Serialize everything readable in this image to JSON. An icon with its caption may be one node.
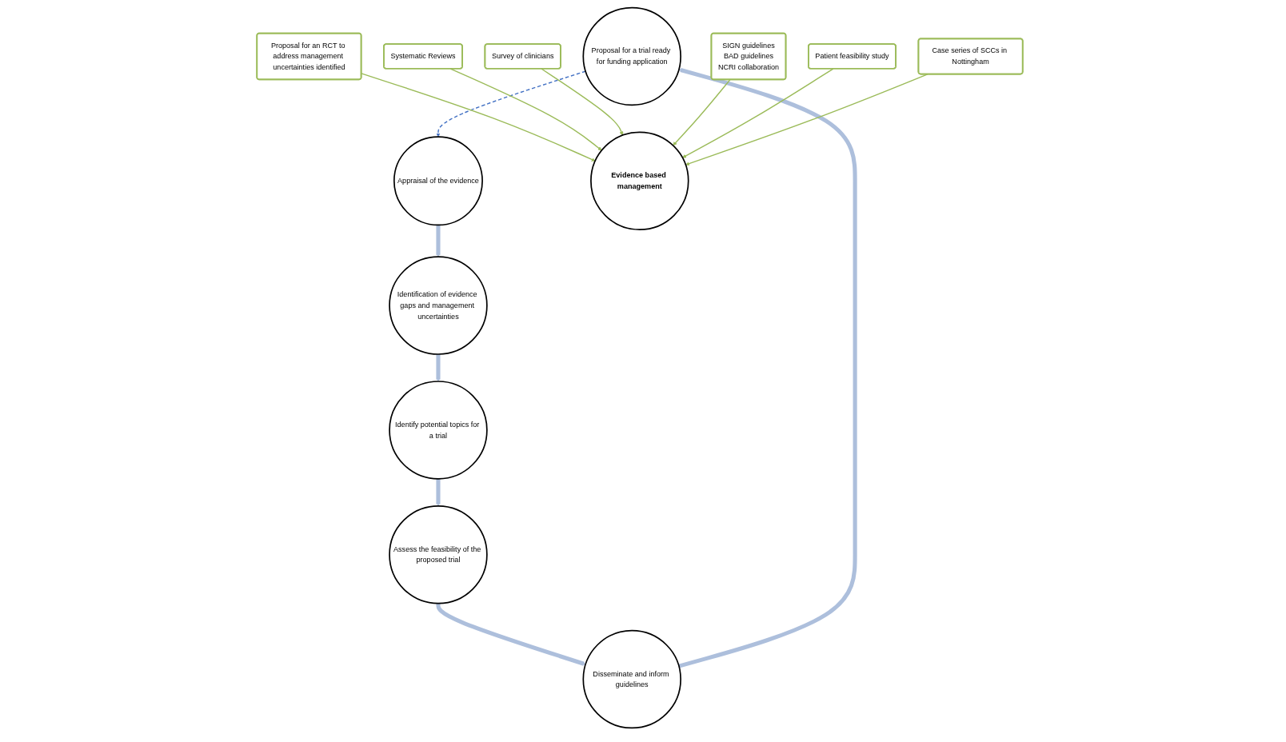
{
  "diagram": {
    "nodes": [
      {
        "text": [
          "Proposal for a trial ready for funding application"
        ]
      },
      {
        "text": [
          "Appraisal of the evidence"
        ]
      },
      {
        "text": [
          "Identification of evidence gaps and management uncertainties"
        ]
      },
      {
        "text": [
          "Identify potential topics for a trial"
        ]
      },
      {
        "text": [
          "Assess the feasibility of the proposed trial"
        ]
      },
      {
        "text": [
          "Disseminate and inform guidelines"
        ]
      },
      {
        "text": [
          "Evidence based management"
        ]
      },
      {
        "text": [
          "Proposal for an RCT to address management uncertainties identified"
        ]
      },
      {
        "text": [
          "Systematic Reviews"
        ]
      },
      {
        "text": [
          "Survey of clinicians"
        ]
      },
      {
        "text": [
          "SIGN guidelines",
          "BAD guidelines",
          "NCRI collaboration"
        ]
      },
      {
        "text": [
          "Patient feasibility study"
        ]
      },
      {
        "text": [
          "Case series of SCCs in Nottingham"
        ]
      }
    ],
    "edges": [
      {
        "from": 0,
        "to": 1,
        "arrow": "to",
        "style": "dashed",
        "color": "#4472c4"
      },
      {
        "from": 1,
        "to": 2,
        "arrow": "to",
        "style": "thick",
        "color": "#adbfdc"
      },
      {
        "from": 2,
        "to": 3,
        "arrow": "to",
        "style": "thick",
        "color": "#adbfdc"
      },
      {
        "from": 3,
        "to": 4,
        "arrow": "to",
        "style": "thick",
        "color": "#adbfdc"
      },
      {
        "from": 4,
        "to": 5,
        "arrow": "to",
        "style": "thick",
        "color": "#adbfdc"
      },
      {
        "from": 5,
        "to": 0,
        "arrow": "to",
        "style": "thick",
        "color": "#adbfdc"
      },
      {
        "from": 7,
        "to": 6,
        "arrow": "to"
      },
      {
        "from": 8,
        "to": 6,
        "arrow": "to"
      },
      {
        "from": 9,
        "to": 6,
        "arrow": "to"
      },
      {
        "from": 10,
        "to": 6,
        "arrow": "to"
      },
      {
        "from": 11,
        "to": 6,
        "arrow": "to"
      },
      {
        "from": 12,
        "to": 6,
        "arrow": "to"
      }
    ]
  }
}
